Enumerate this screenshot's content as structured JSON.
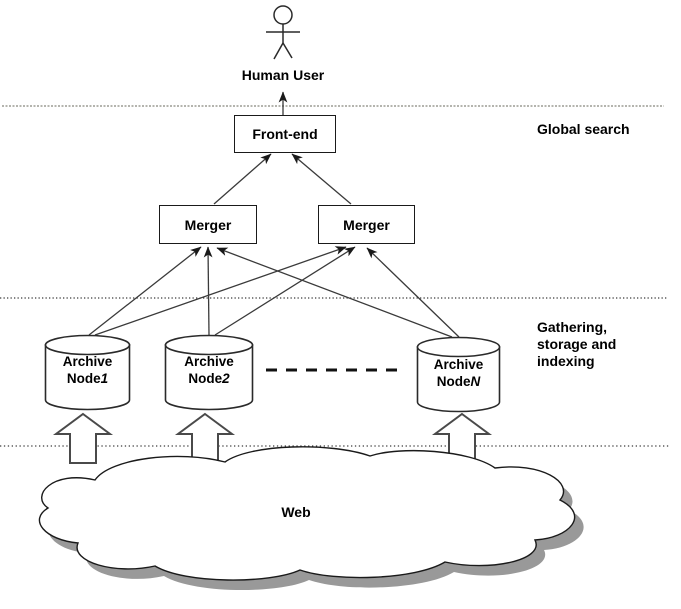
{
  "actor": {
    "label": "Human User"
  },
  "frontend": {
    "label": "Front-end"
  },
  "mergers": [
    {
      "label": "Merger"
    },
    {
      "label": "Merger"
    }
  ],
  "nodes": [
    {
      "line1": "Archive",
      "line2": "Node",
      "suffix": "1"
    },
    {
      "line1": "Archive",
      "line2": "Node",
      "suffix": "2"
    },
    {
      "line1": "Archive",
      "line2": "Node",
      "suffix": "N"
    }
  ],
  "layers": [
    {
      "label": "Global search"
    },
    {
      "label": "Gathering,\nstorage and\nindexing"
    }
  ],
  "cloud": {
    "label": "Web"
  },
  "colors": {
    "diagram_line": "#3a3a3a",
    "box_border": "#1a1a1a",
    "cloud_shadow": "#999999",
    "top_divider_gray": "#b4b4ae"
  }
}
